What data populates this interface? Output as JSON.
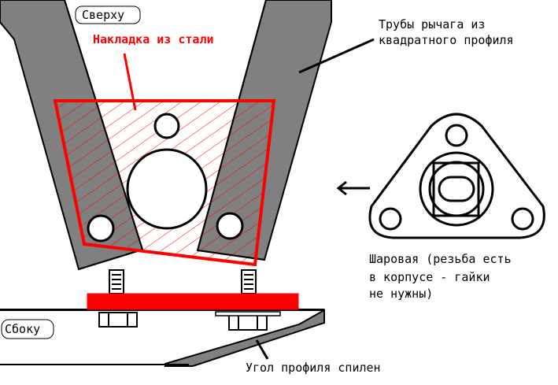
{
  "labels": {
    "top_view": "Сверху",
    "side_view": "Сбоку",
    "steel_plate": "Накладка из стали",
    "tubes_line1": "Трубы рычага из",
    "tubes_line2": "квадратного профиля",
    "ball_joint_line1": "Шаровая (резьба есть",
    "ball_joint_line2": "в корпусе - гайки",
    "ball_joint_line3": "не нужны)",
    "profile_cut": "Угол профиля спилен"
  },
  "colors": {
    "tube_gray": "#808080",
    "plate_red": "#ff0000",
    "outline": "#000000",
    "background": "#ffffff"
  },
  "icons": {
    "direction_arrow": "arrow-left-icon"
  }
}
